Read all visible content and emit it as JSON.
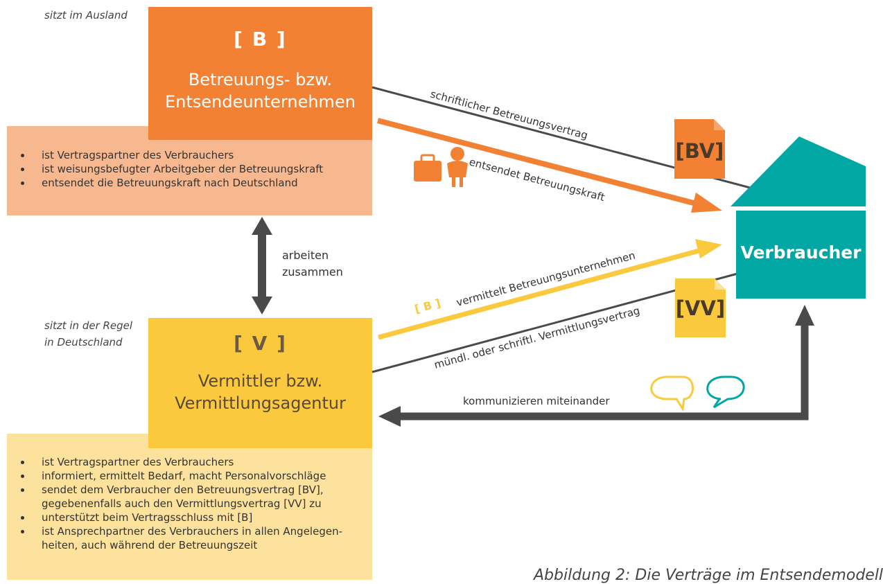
{
  "top_note": "sitzt im Ausland",
  "bottom_note_line1": "sitzt in der Regel",
  "bottom_note_line2": "in Deutschland",
  "box_b": {
    "code": "[ B ]",
    "name_line1": "Betreuungs- bzw.",
    "name_line2": "Entsendeunternehmen",
    "items": [
      "ist Vertragspartner des Verbrauchers",
      "ist weisungsbefugter Arbeitgeber der Betreuungskraft",
      "entsendet die Betreuungskraft nach Deutschland"
    ]
  },
  "box_v": {
    "code": "[ V ]",
    "name_line1": "Vermittler bzw.",
    "name_line2": "Vermittlungsagentur",
    "items": [
      "ist Vertragspartner des Verbrauchers",
      "informiert, ermittelt Bedarf, macht Personalvorschläge",
      "sendet dem Verbraucher den Betreuungsvertrag [BV],\ngegebenenfalls auch den Vermittlungsvertrag [VV] zu",
      "unterstützt beim Vertragsschluss mit [B]",
      "ist Ansprechpartner des Verbrauchers in allen Angelegen-\nheiten, auch während der Betreuungszeit"
    ]
  },
  "cooperate_line1": "arbeiten",
  "cooperate_line2": "zusammen",
  "consumer": "Verbraucher",
  "doc_bv": "[BV]",
  "doc_vv": "[VV]",
  "edge_labels": {
    "care_contract": "schriftlicher Betreuungsvertrag",
    "sends_worker": "entsendet Betreuungskraft",
    "b_tag": "[ B ]",
    "mediates": "vermittelt Betreuungsunternehmen",
    "mediation_contract": "mündl. oder schriftl. Vermittlungsvertrag",
    "communicate": "kommunizieren miteinander"
  },
  "caption": "Abbildung 2: Die Verträge im Entsendemodell",
  "colors": {
    "orange": "#f28134",
    "orange_light": "#f8b88f",
    "yellow": "#fbc93d",
    "yellow_light": "#fde29d",
    "teal": "#00a7a3",
    "dark_arrow": "#4a4a4a"
  },
  "icons": [
    "suitcase-icon",
    "worker-icon",
    "speech-bubble-icon"
  ]
}
